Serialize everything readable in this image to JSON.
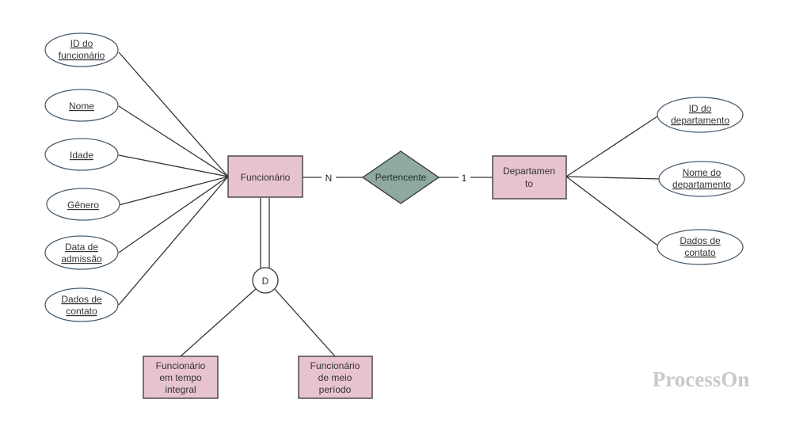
{
  "entities": {
    "funcionario": {
      "lines": [
        "Funcionário"
      ]
    },
    "departamento": {
      "lines": [
        "Departamen",
        "to"
      ]
    },
    "tempo_integral": {
      "lines": [
        "Funcionário",
        "em tempo",
        "integral"
      ]
    },
    "meio_periodo": {
      "lines": [
        "Funcionário",
        "de meio",
        "período"
      ]
    }
  },
  "relationship": {
    "label": "Pertencente"
  },
  "cardinality": {
    "funcionario_side": "N",
    "departamento_side": "1"
  },
  "disjoint": {
    "label": "D"
  },
  "attributes_funcionario": [
    {
      "lines": [
        "ID do",
        "funcionário"
      ]
    },
    {
      "lines": [
        "Nome"
      ]
    },
    {
      "lines": [
        "Idade"
      ]
    },
    {
      "lines": [
        "Gênero"
      ]
    },
    {
      "lines": [
        "Data de",
        "admissão"
      ]
    },
    {
      "lines": [
        "Dados de",
        "contato"
      ]
    }
  ],
  "attributes_departamento": [
    {
      "lines": [
        "ID do",
        "departamento"
      ]
    },
    {
      "lines": [
        "Nome do",
        "departamento"
      ]
    },
    {
      "lines": [
        "Dados de",
        "contato"
      ]
    }
  ],
  "watermark": "ProcessOn",
  "colors": {
    "entity_fill": "#e6c3cf",
    "relationship_fill": "#8fa8a2",
    "attribute_fill": "#ffffff",
    "line": "#333333"
  }
}
